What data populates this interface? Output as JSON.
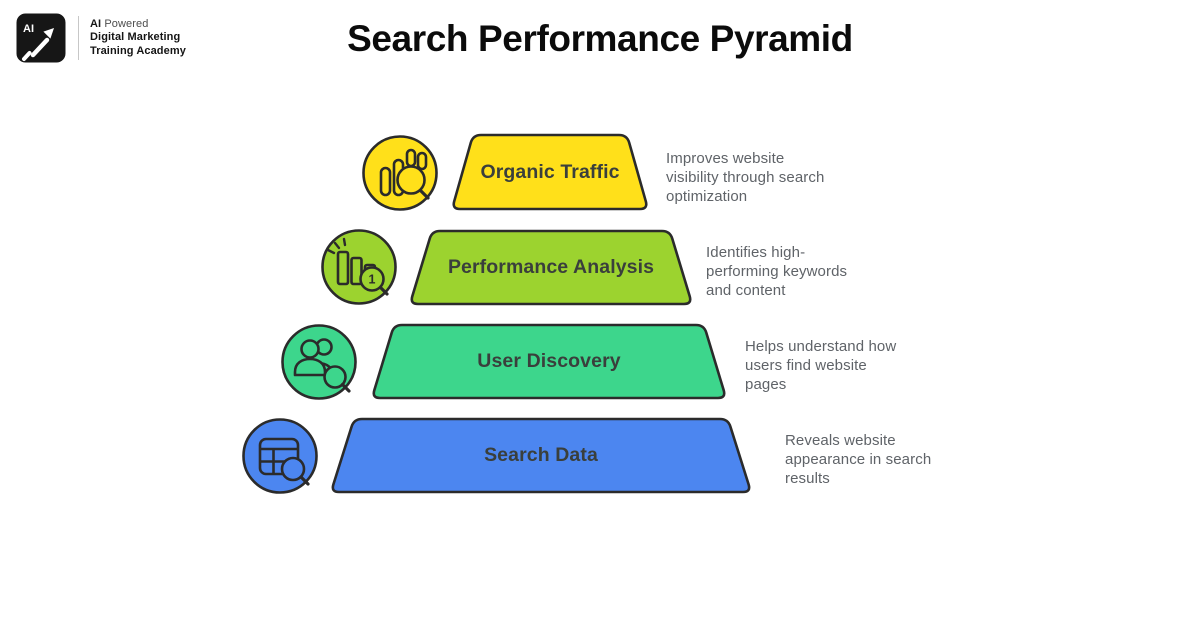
{
  "canvas_bg": "#FFFFFF",
  "header": {
    "logo": {
      "badge_text": "AI",
      "line1_bold": "AI",
      "line1_rest": "Powered",
      "line2": "Digital Marketing",
      "line3": "Training Academy"
    },
    "title": "Search Performance Pyramid"
  },
  "pyramid": {
    "outline_color": "#2B2B2B",
    "label_color": "#3A3F3C",
    "description_color": "#5F6368",
    "levels": [
      {
        "label": "Organic Traffic",
        "description": "Improves website\nvisibility through search\noptimization",
        "fill": "#FFE01A",
        "icon": "analytics-search-icon"
      },
      {
        "label": "Performance Analysis",
        "description": "Identifies high-\nperforming keywords\nand content",
        "fill": "#9CD32F",
        "icon": "ranking-first-search-icon",
        "icon_badge": "1"
      },
      {
        "label": "User Discovery",
        "description": "Helps understand how\nusers find website\npages",
        "fill": "#3DD68C",
        "icon": "users-search-icon"
      },
      {
        "label": "Search Data",
        "description": "Reveals website\nappearance in search\nresults",
        "fill": "#4C86F0",
        "icon": "table-search-icon"
      }
    ]
  }
}
